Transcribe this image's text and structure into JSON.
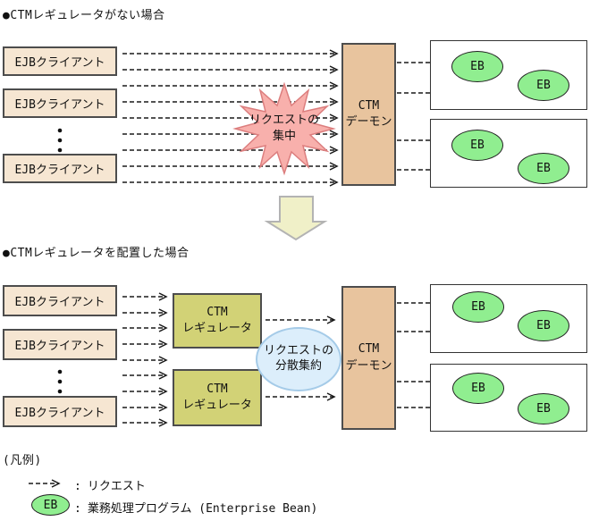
{
  "colors": {
    "client_fill": "#F6E6D2",
    "daemon_fill": "#E8C49E",
    "regulator_fill": "#D2D276",
    "eb_fill": "#90EE90",
    "burst_fill": "#F8B0AC",
    "burst_border": "#DC7E7E",
    "bubble_fill": "#DCEEFB",
    "bubble_border": "#A5CBE8",
    "transition_arrow_fill": "#F0F0C8",
    "arrow_color": "#1a1a1a"
  },
  "top": {
    "title": "●CTMレギュレータがない場合",
    "clients": [
      {
        "label": "EJBクライアント"
      },
      {
        "label": "EJBクライアント"
      },
      {
        "label": "EJBクライアント"
      }
    ],
    "burst": {
      "line1": "リクエストの",
      "line2": "集中"
    },
    "daemon": {
      "line1": "CTM",
      "line2": "デーモン"
    },
    "eb_groups": [
      {
        "ebs": [
          "EB",
          "EB"
        ]
      },
      {
        "ebs": [
          "EB",
          "EB"
        ]
      }
    ]
  },
  "bottom": {
    "title": "●CTMレギュレータを配置した場合",
    "clients": [
      {
        "label": "EJBクライアント"
      },
      {
        "label": "EJBクライアント"
      },
      {
        "label": "EJBクライアント"
      }
    ],
    "regulators": [
      {
        "line1": "CTM",
        "line2": "レギュレータ"
      },
      {
        "line1": "CTM",
        "line2": "レギュレータ"
      }
    ],
    "bubble": {
      "line1": "リクエストの",
      "line2": "分散集約"
    },
    "daemon": {
      "line1": "CTM",
      "line2": "デーモン"
    },
    "eb_groups": [
      {
        "ebs": [
          "EB",
          "EB"
        ]
      },
      {
        "ebs": [
          "EB",
          "EB"
        ]
      }
    ]
  },
  "legend": {
    "title": "(凡例)",
    "request": {
      "colon": ":",
      "label": "リクエスト"
    },
    "eb": {
      "badge": "EB",
      "colon": ":",
      "label": "業務処理プログラム (Enterprise Bean)"
    }
  }
}
